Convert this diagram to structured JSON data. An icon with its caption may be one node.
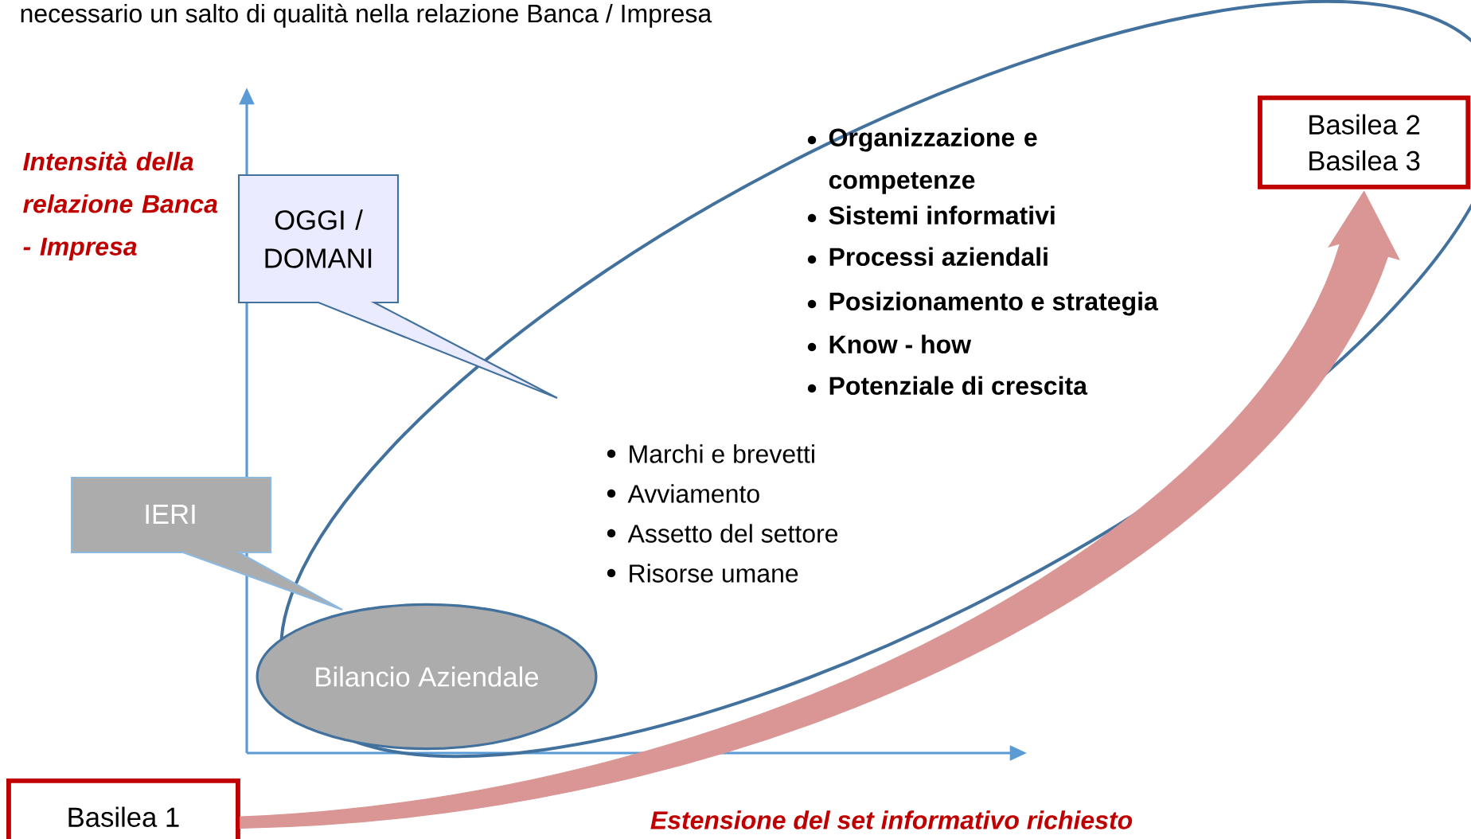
{
  "diagram": {
    "nodes": [
      {
        "text": [
          "IERI"
        ]
      },
      {
        "text": [
          "OGGI / DOMANI"
        ]
      },
      {
        "text": [
          "Bilancio Aziendale"
        ]
      },
      {
        "text": [
          "Basilea 1"
        ]
      },
      {
        "text": [
          "Basilea 2",
          "Basilea 3"
        ]
      }
    ],
    "edges": [
      {
        "from": 3,
        "to": 4,
        "arrow": "to",
        "style": "thick",
        "color": "#d99694"
      }
    ],
    "labels": [
      "necessario un salto di qualità nella relazione Banca / Impresa",
      "Intensità della relazione Banca - Impresa",
      "Estensione del set informativo richiesto",
      "Organizzazione e competenze",
      "Sistemi informativi",
      "Processi aziendali",
      "Posizionamento e strategia",
      "Know - how",
      "Potenziale di crescita",
      "Marchi e brevetti",
      "Avviamento",
      "Assetto del settore",
      "Risorse umane"
    ]
  }
}
